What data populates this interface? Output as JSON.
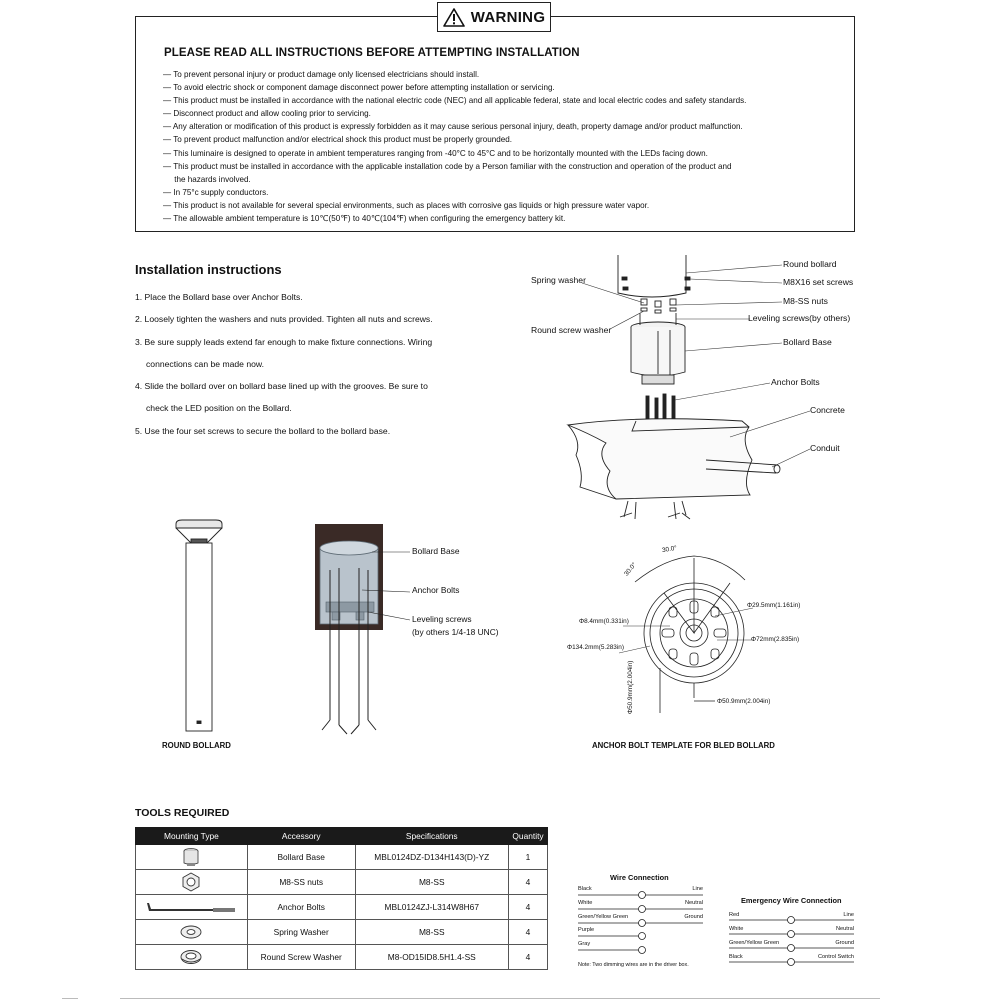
{
  "warning": {
    "badge": "WARNING",
    "title": "PLEASE READ ALL INSTRUCTIONS BEFORE ATTEMPTING INSTALLATION",
    "items": [
      "— To prevent personal injury or product damage only licensed electricians should install.",
      "— To avoid electric shock or component damage disconnect power before attempting installation or servicing.",
      "— This product must be installed in accordance with the national electric code (NEC) and all applicable federal, state and local electric codes and safety standards.",
      "— Disconnect product and allow cooling prior to servicing.",
      "— Any alteration or modification of this product is expressly forbidden as it may cause serious personal injury, death, property damage and/or product malfunction.",
      "— To prevent product malfunction and/or electrical shock this product must be properly grounded.",
      "— This luminaire is designed to operate in ambient temperatures ranging from -40°C to 45°C and to be horizontally mounted with the LEDs facing down.",
      "— This product must be installed in accordance with the applicable installation code by a Person familiar with the construction and operation of the product and\n     the hazards involved.",
      "— In 75°c supply conductors.",
      "— This product is not available for several special environments, such as places with corrosive gas liquids or high pressure water vapor.",
      "— The allowable ambient temperature is 10℃(50℉) to 40℃(104℉) when configuring the emergency battery kit."
    ]
  },
  "installation": {
    "title": "Installation instructions",
    "steps": [
      {
        "text": "1. Place the Bollard base over Anchor Bolts.",
        "cont": ""
      },
      {
        "text": "2. Loosely tighten the washers  and nuts provided. Tighten all nuts and screws.",
        "cont": ""
      },
      {
        "text": "3. Be sure supply leads extend far enough to make fixture connections. Wiring",
        "cont": "connections can be made now."
      },
      {
        "text": "4. Slide the bollard over on bollard base lined up with the grooves. Be sure to",
        "cont": "check the LED position on the Bollard."
      },
      {
        "text": "5. Use the four set screws to secure the bollard to the bollard base.",
        "cont": ""
      }
    ]
  },
  "exploded_labels": {
    "round_bollard": "Round bollard",
    "set_screws": "M8X16 set screws",
    "spring_washer": "Spring washer",
    "ss_nuts": "M8-SS nuts",
    "round_screw_washer": "Round screw washer",
    "leveling_screws": "Leveling screws(by others)",
    "bollard_base": "Bollard Base",
    "anchor_bolts": "Anchor Bolts",
    "concrete": "Concrete",
    "conduit": "Conduit"
  },
  "bollard_caption": "ROUND BOLLARD",
  "base_labels": {
    "bollard_base": "Bollard Base",
    "anchor_bolts": "Anchor Bolts",
    "leveling_screws": "Leveling screws",
    "leveling_note": "(by others 1/4-18 UNC)"
  },
  "template": {
    "caption": "ANCHOR BOLT TEMPLATE FOR BLED BOLLARD",
    "dims": {
      "angle1": "30.0°",
      "angle2": "30.0°",
      "d84": "Φ8.4mm(0.331in)",
      "d295": "Φ29.5mm(1.161in)",
      "d1342": "Φ134.2mm(5.283in)",
      "d72": "Φ72mm(2.835in)",
      "d509v": "Φ50.9mm(2.004in)",
      "d509h": "Φ50.9mm(2.004in)"
    }
  },
  "tools": {
    "title": "TOOLS REQUIRED",
    "headers": [
      "Mounting Type",
      "Accessory",
      "Specifications",
      "Quantity"
    ],
    "rows": [
      {
        "icon": "bollard-base-icon",
        "accessory": "Bollard Base",
        "spec": "MBL0124DZ-D134H143(D)-YZ",
        "qty": "1"
      },
      {
        "icon": "hex-nut-icon",
        "accessory": "M8-SS nuts",
        "spec": "M8-SS",
        "qty": "4"
      },
      {
        "icon": "anchor-bolt-icon",
        "accessory": "Anchor Bolts",
        "spec": "MBL0124ZJ-L314W8H67",
        "qty": "4"
      },
      {
        "icon": "spring-washer-icon",
        "accessory": "Spring Washer",
        "spec": "M8-SS",
        "qty": "4"
      },
      {
        "icon": "round-washer-icon",
        "accessory": "Round Screw Washer",
        "spec": "M8-OD15ID8.5H1.4-SS",
        "qty": "4"
      }
    ]
  },
  "wire": {
    "title": "Wire Connection",
    "rows": [
      {
        "left": "Black",
        "right": "Line"
      },
      {
        "left": "White",
        "right": "Neutral"
      },
      {
        "left": "Green/Yellow Green",
        "right": "Ground"
      },
      {
        "left": "Purple",
        "right": ""
      },
      {
        "left": "Gray",
        "right": ""
      }
    ],
    "note": "Note: Two dimming wires are in the driver box."
  },
  "emergency_wire": {
    "title": "Emergency Wire Connection",
    "rows": [
      {
        "left": "Red",
        "right": "Line"
      },
      {
        "left": "White",
        "right": "Neutral"
      },
      {
        "left": "Green/Yellow Green",
        "right": "Ground"
      },
      {
        "left": "Black",
        "right": "Control Switch"
      }
    ]
  }
}
